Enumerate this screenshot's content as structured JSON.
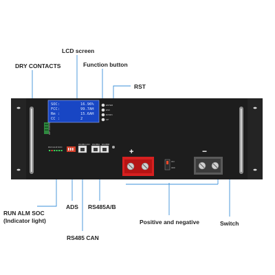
{
  "labels": {
    "lcd_screen": "LCD screen",
    "dry_contacts": "DRY CONTACTS",
    "function_button": "Function button",
    "rst": "RST",
    "run_alm_soc_line1": "RUN ALM SOC",
    "run_alm_soc_line2": "(Indicator light)",
    "ads": "ADS",
    "rs485ab": "RS485A/B",
    "rs485can": "RS485  CAN",
    "positive_negative": "Positive and negative",
    "switch": "Switch"
  },
  "lcd": {
    "rows": [
      {
        "key": "SOC:",
        "value": "16.96%"
      },
      {
        "key": "FCC:",
        "value": "99.7AH"
      },
      {
        "key": "Rm :",
        "value": "15.6AH"
      },
      {
        "key": "CC :",
        "value": "2"
      }
    ]
  },
  "buttons": [
    "ENTER",
    "ESC",
    "DOWN",
    "UP"
  ],
  "panel": {
    "plus_sign": "+",
    "minus_sign": "−",
    "port_labels": [
      "RS485-CAN",
      "RS485A",
      "RS485B"
    ],
    "indicator_text": "RUN ALM SOC",
    "dry_contact_text": "DRY CONTACT",
    "switch_marks": [
      "ON",
      "OFF"
    ]
  },
  "colors": {
    "panel": "#1d1d1d",
    "callout_line": "#3a8fd8",
    "positive_terminal": "#d62020",
    "lcd": "#1846c4"
  }
}
